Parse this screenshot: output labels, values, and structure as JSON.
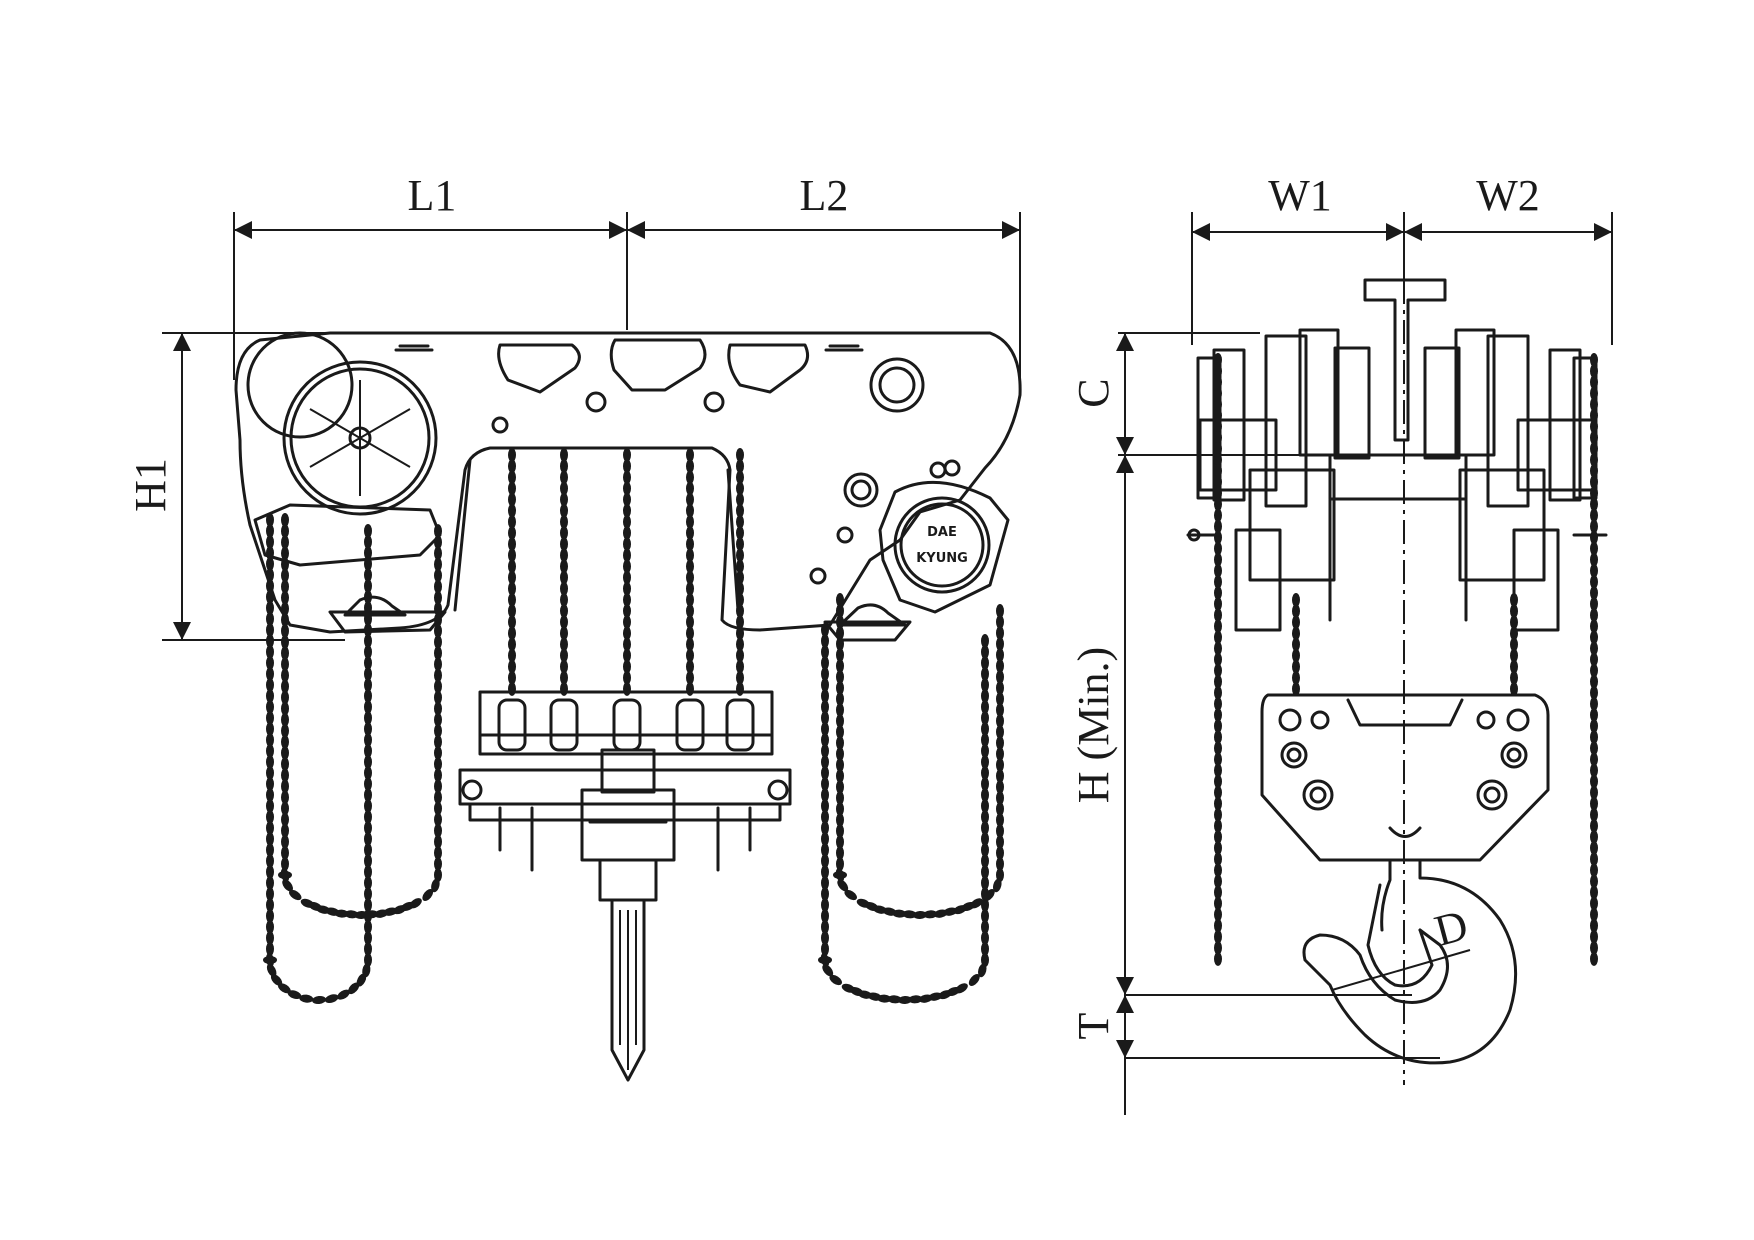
{
  "dimensions": {
    "L1": "L1",
    "L2": "L2",
    "W1": "W1",
    "W2": "W2",
    "H1": "H1",
    "C": "C",
    "H": "H (Min.)",
    "T": "T",
    "D": "D"
  },
  "logo": {
    "line1": "DAE",
    "line2": "KYUNG"
  },
  "colors": {
    "ink": "#1a1a1a",
    "background": "#ffffff"
  }
}
